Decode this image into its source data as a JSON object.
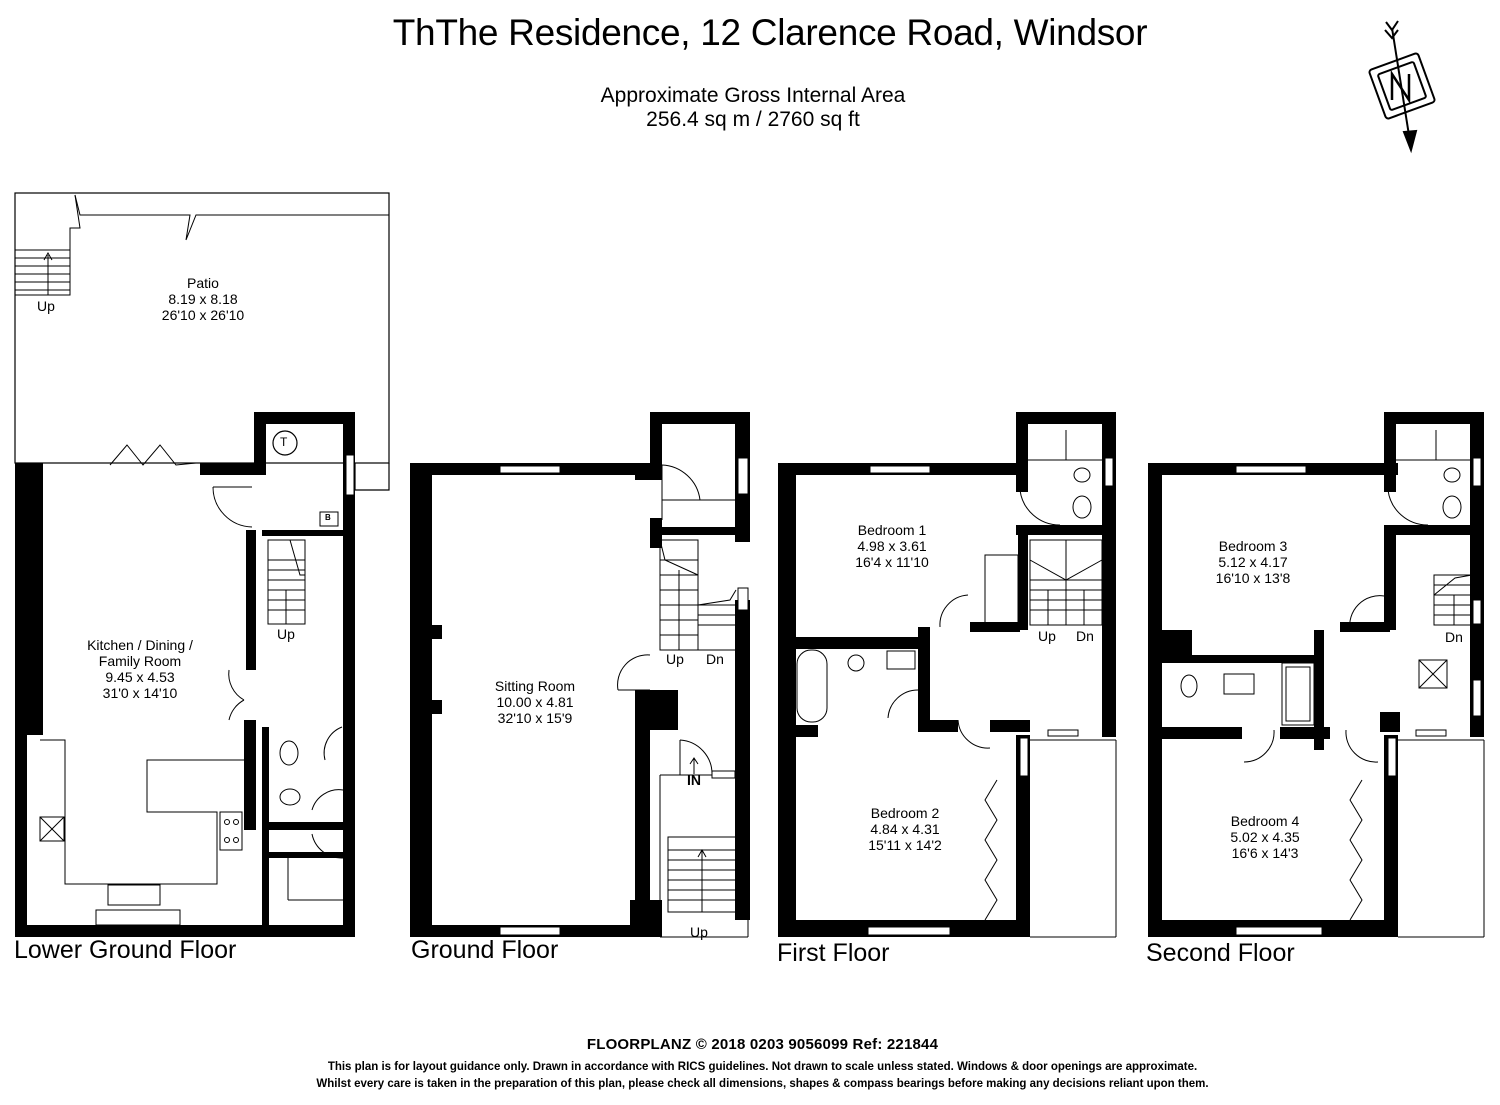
{
  "header": {
    "title": "ThThe Residence, 12 Clarence Road, Windsor",
    "area_label": "Approximate Gross Internal Area",
    "area_value": "256.4 sq m / 2760 sq ft"
  },
  "compass": {
    "letter": "N"
  },
  "floors": {
    "lower_ground": {
      "label": "Lower Ground Floor",
      "patio": {
        "name": "Patio",
        "metric": "8.19 x 8.18",
        "imperial": "26'10 x 26'10"
      },
      "kitchen": {
        "name1": "Kitchen / Dining /",
        "name2": "Family Room",
        "metric": "9.45 x 4.53",
        "imperial": "31'0 x 14'10"
      },
      "patio_up": "Up",
      "stairs_up": "Up",
      "tank_symbol": "T",
      "boiler_symbol": "B"
    },
    "ground": {
      "label": "Ground Floor",
      "sitting": {
        "name": "Sitting Room",
        "metric": "10.00 x 4.81",
        "imperial": "32'10 x 15'9"
      },
      "up": "Up",
      "dn": "Dn",
      "entrance": "IN",
      "front_up": "Up"
    },
    "first": {
      "label": "First Floor",
      "bedroom1": {
        "name": "Bedroom 1",
        "metric": "4.98 x 3.61",
        "imperial": "16'4 x 11'10"
      },
      "bedroom2": {
        "name": "Bedroom 2",
        "metric": "4.84 x 4.31",
        "imperial": "15'11 x 14'2"
      },
      "up": "Up",
      "dn": "Dn"
    },
    "second": {
      "label": "Second Floor",
      "bedroom3": {
        "name": "Bedroom 3",
        "metric": "5.12 x 4.17",
        "imperial": "16'10 x 13'8"
      },
      "bedroom4": {
        "name": "Bedroom 4",
        "metric": "5.02 x 4.35",
        "imperial": "16'6 x 14'3"
      },
      "dn": "Dn"
    }
  },
  "footer": {
    "company": "FLOORPLANZ © 2018   0203 9056099   Ref: 221844",
    "disclaimer1": "This plan is for layout guidance only. Drawn in accordance with RICS guidelines. Not drawn to scale unless stated. Windows & door openings are approximate.",
    "disclaimer2": "Whilst every care is taken in the preparation of this plan, please check all dimensions, shapes & compass bearings before making any decisions reliant upon them."
  },
  "colors": {
    "wall": "#000000",
    "background": "#ffffff"
  }
}
